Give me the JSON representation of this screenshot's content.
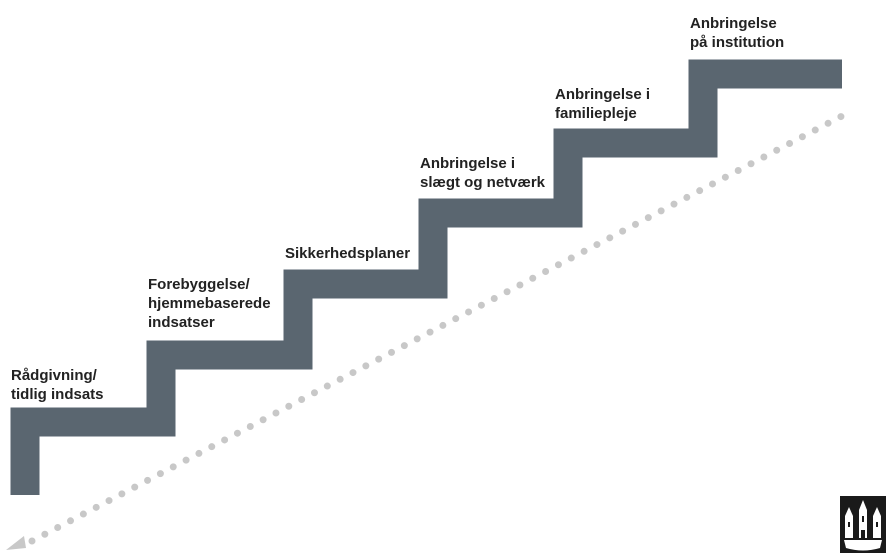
{
  "steps": [
    {
      "label": "Rådgivning/\ntidlig indsats"
    },
    {
      "label": "Forebyggelse/\nhjemmebaserede\nindsatser"
    },
    {
      "label": "Sikkerhedsplaner"
    },
    {
      "label": "Anbringelse i\nslægt og netværk"
    },
    {
      "label": "Anbringelse i\nfamiliepleje"
    },
    {
      "label": "Anbringelse\npå institution"
    }
  ],
  "colors": {
    "staircase": "#5a6670",
    "dots": "#c8c8c8",
    "text": "#222222",
    "logo": "#1a1a1a"
  },
  "icons": {
    "arrow": "dotted-arrow-icon",
    "logo": "coat-of-arms-logo"
  }
}
